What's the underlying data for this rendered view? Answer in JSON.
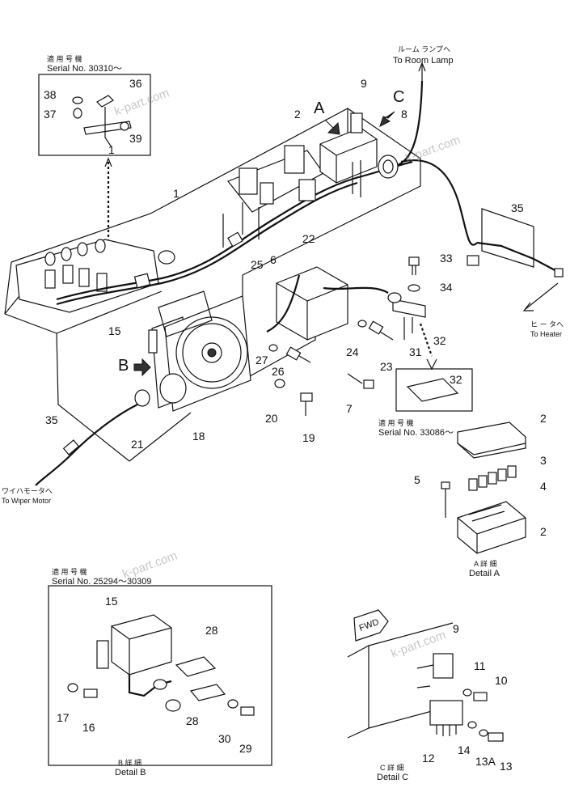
{
  "watermark": "k-part.com",
  "inset_top": {
    "caption_jp": "適 用 号 機",
    "caption_serial": "Serial No. 30310～",
    "callouts": [
      "38",
      "36",
      "37",
      "39",
      "1"
    ]
  },
  "inset_mid": {
    "caption_jp": "適 用 号 機",
    "caption_serial": "Serial No. 33086～",
    "callouts": [
      "32"
    ]
  },
  "inset_bottom": {
    "caption_jp": "適 用 号 機",
    "caption_serial": "Serial No. 25294～30309",
    "callouts": [
      "15",
      "28",
      "28",
      "17",
      "16",
      "30",
      "29"
    ],
    "detail_jp": "B 詳 細",
    "detail_en": "Detail B"
  },
  "routing": {
    "room_lamp_jp": "ルーム ランプへ",
    "room_lamp_en": "To Room Lamp",
    "heater_jp": "ヒ ー タへ",
    "heater_en": "To Heater",
    "wiper_jp": "ワイハモータへ",
    "wiper_en": "To Wiper Motor"
  },
  "view_markers": [
    "A",
    "C",
    "B"
  ],
  "main_callouts": [
    "9",
    "2",
    "8",
    "1",
    "35",
    "33",
    "34",
    "22",
    "6",
    "25",
    "15",
    "27",
    "24",
    "23",
    "32",
    "31",
    "26",
    "7",
    "20",
    "19",
    "21",
    "18",
    "35"
  ],
  "detail_a": {
    "callouts": [
      "2",
      "3",
      "5",
      "4",
      "2"
    ],
    "detail_jp": "A 詳 細",
    "detail_en": "Detail A"
  },
  "detail_c": {
    "fwd": "FWD",
    "callouts": [
      "9",
      "11",
      "10",
      "14",
      "12",
      "13A",
      "13"
    ],
    "detail_jp": "C 詳 細",
    "detail_en": "Detail C"
  }
}
